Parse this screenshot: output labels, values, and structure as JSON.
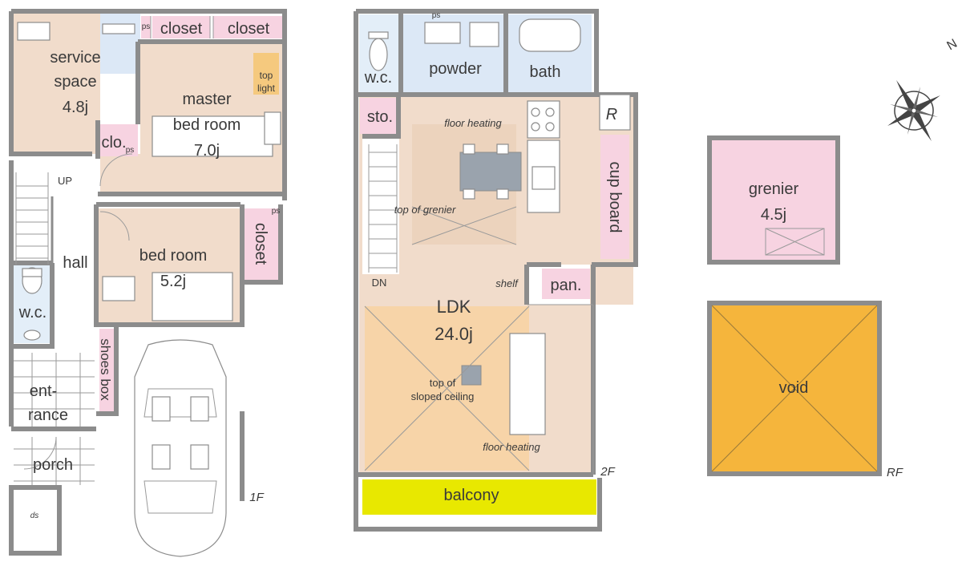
{
  "colors": {
    "wall": "#8c8c8c",
    "room_beige": "#f1dccb",
    "closet_pink": "#f7d3e1",
    "wet_blue": "#dce8f6",
    "wet_blue_wc": "#e3eef8",
    "ldk_orange": "#f7d4a8",
    "balcony_yellow": "#e8e800",
    "void_orange": "#f5b53c",
    "grenier_pink": "#f7d3e1"
  },
  "floor1": {
    "service_space": {
      "line1": "service",
      "line2": "space",
      "area": "4.8j"
    },
    "closet_a": "closet",
    "closet_b": "closet",
    "ps_a": "ps",
    "master_bedroom": {
      "line1": "master",
      "line2": "bed room",
      "area": "7.0j"
    },
    "top_light": {
      "line1": "top",
      "line2": "light"
    },
    "clo": "clo.",
    "ps_b": "ps",
    "up": "UP",
    "hall": "hall",
    "bedroom": {
      "line1": "bed room",
      "area": "5.2j"
    },
    "closet_c": "closet",
    "ps_c": "ps",
    "wc": "w.c.",
    "shoes_box": "shoes box",
    "entrance": {
      "line1": "ent-",
      "line2": "rance"
    },
    "porch": "porch",
    "ds": "ds",
    "floor_label": "1F"
  },
  "floor2": {
    "wc": "w.c.",
    "powder": "powder",
    "ps": "ps",
    "bath": "bath",
    "sto": "sto.",
    "floor_heating_a": "floor heating",
    "r": "R",
    "cupboard": "cup board",
    "top_of_grenier": "top of grenier",
    "dn": "DN",
    "shelf": "shelf",
    "pantry": "pan.",
    "ldk": {
      "line1": "LDK",
      "area": "24.0j"
    },
    "sloped": {
      "line1": "top of",
      "line2": "sloped ceiling"
    },
    "floor_heating_b": "floor heating",
    "balcony": "balcony",
    "floor_label": "2F"
  },
  "roof": {
    "grenier": {
      "line1": "grenier",
      "area": "4.5j"
    },
    "void": "void",
    "floor_label": "RF"
  },
  "compass": {
    "north": "N"
  }
}
